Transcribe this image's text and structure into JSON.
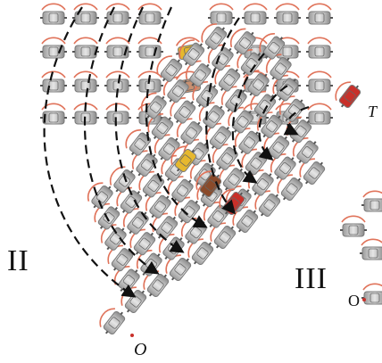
{
  "labels": {
    "region_ii": "II",
    "region_iii": "III",
    "origin_main": "O",
    "origin_secondary": "O",
    "corner_mark": "T"
  },
  "colors": {
    "shell_light": "#d9d9d9",
    "shell_dark": "#7a7a7a",
    "arc_red": "#e0735a",
    "highlight_red": "#c8302a",
    "highlight_brown": "#8a4a2a",
    "highlight_yellow": "#e6b82e",
    "arrow": "#111111"
  },
  "icons": {
    "agent": "robot-shell-icon",
    "trajectory": "dashed-arc-arrow-icon"
  }
}
